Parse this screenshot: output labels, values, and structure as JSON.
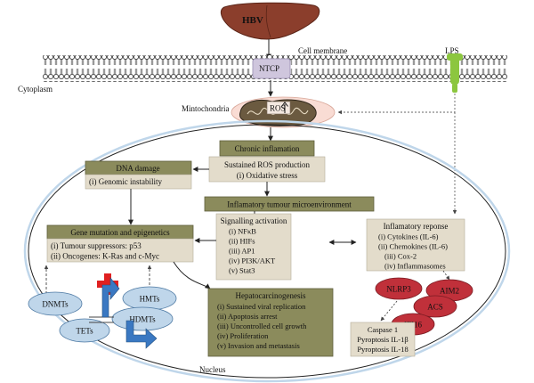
{
  "hbv_label": "HBV",
  "cell_membrane_label": "Cell membrane",
  "ntcp_label": "NTCP",
  "lps_label": "LPS",
  "cytoplasm_label": "Cytoplasm",
  "mitochondria_label": "Mintochondria",
  "ros_label": "ROS",
  "nucleus_label": "Nucleus",
  "chronic_inflammation": "Chronic inflamation",
  "sustained_ros": {
    "title": "Sustained ROS production",
    "item": "(i) Oxidative stress"
  },
  "dna_damage": {
    "title": "DNA damage",
    "item": "(i) Genomic instability"
  },
  "tumour_microenvironment": "Inflamatory tumour microenvironment",
  "signalling": {
    "title": "Signalling activation",
    "items": [
      "(i) NFκB",
      "(ii) HIFs",
      "(iii) AP1",
      "(iv) PI3K/AKT",
      "(v) Stat3"
    ]
  },
  "inflammatory_response": {
    "title": "Inflamatory reponse",
    "items": [
      "(i) Cytokines (IL-6)",
      "(ii) Chemokines (IL-6)",
      "(iii) Cox-2",
      "(iv) Inflammasomes"
    ]
  },
  "gene_mutation": {
    "title": "Gene mutation and epigenetics",
    "items": [
      "(i) Tumour suppressors: p53",
      "(ii) Oncogenes: K-Ras and c-Myc"
    ]
  },
  "hepatocarcinogenesis": {
    "title": "Hepatocarcinogenesis",
    "items": [
      "(i) Sustained viral replication",
      "(ii) Apoptosis arrest",
      "(iii) Uncontrolled cell growth",
      "(iv) Proliferation",
      "(v) Invasion and metastasis"
    ]
  },
  "epigenetic_enzymes": {
    "dnmts": "DNMTs",
    "hmts": "HMTs",
    "hdmts": "HDMTs",
    "tets": "TETs"
  },
  "inflammasome": {
    "aim2": "AIM2",
    "nlrp3": "NLRP3",
    "acs": "ACS",
    "ifi16": "IFI16"
  },
  "caspase": {
    "items": [
      "Caspase 1",
      "Pyroptosis IL-1β",
      "Pyroptosis IL-18"
    ]
  },
  "colors": {
    "dark_box": "#8b8b5c",
    "light_box": "#e3dccb",
    "cell_ellipse_blue": "#bfd6ea",
    "liver": "#8b3e2c",
    "lps_green": "#8cc63f",
    "ntcp_fill": "#cfc6dd",
    "mito_fill": "#f9dcd4",
    "red_cross": "#e02020",
    "blue_arrow": "#3a78c2"
  }
}
